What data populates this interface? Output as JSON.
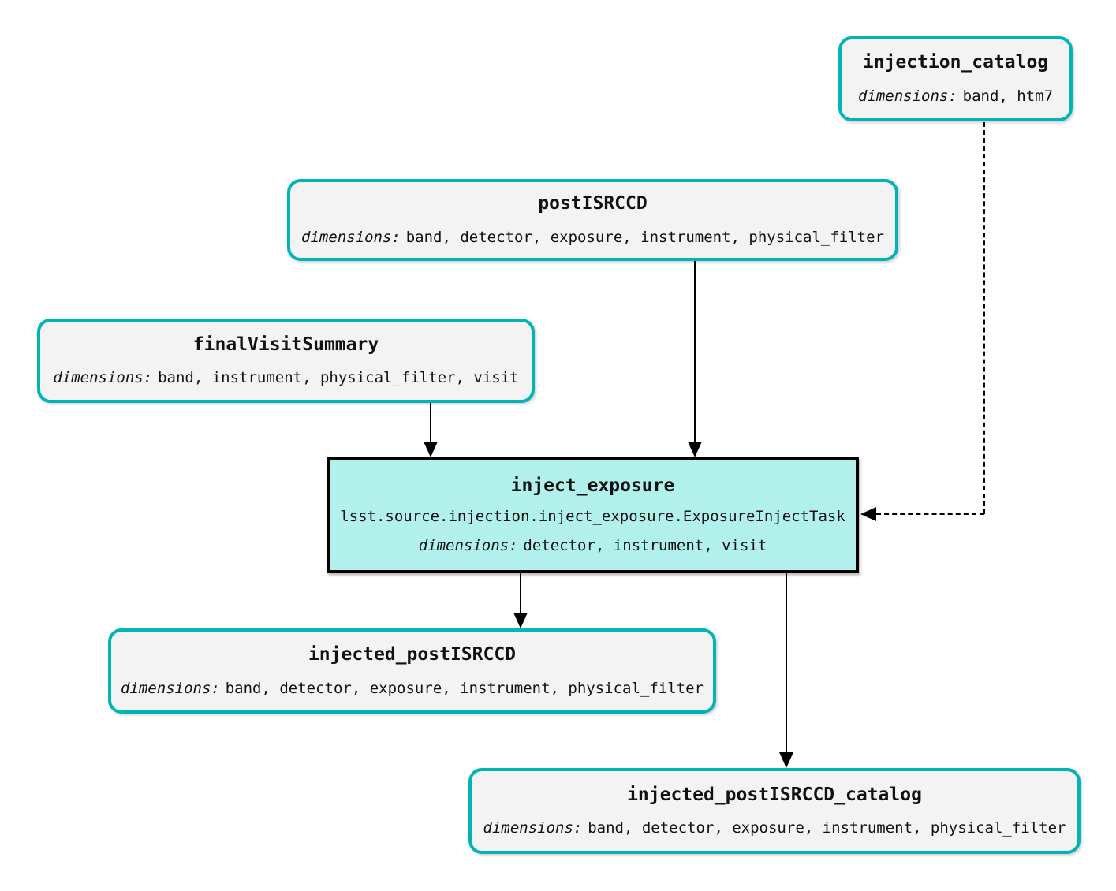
{
  "colors": {
    "accent": "#00b4b8",
    "task-fill": "#b2f0ec",
    "dataset-fill": "#f3f3f3",
    "edge": "#000000"
  },
  "nodes": {
    "injection_catalog": {
      "title": "injection_catalog",
      "dims_label": "dimensions:",
      "dims": "band, htm7"
    },
    "postisrccd": {
      "title": "postISRCCD",
      "dims_label": "dimensions:",
      "dims": "band, detector, exposure, instrument, physical_filter"
    },
    "final_visit_summary": {
      "title": "finalVisitSummary",
      "dims_label": "dimensions:",
      "dims": "band, instrument, physical_filter, visit"
    },
    "inject_exposure": {
      "title": "inject_exposure",
      "task_class": "lsst.source.injection.inject_exposure.ExposureInjectTask",
      "dims_label": "dimensions:",
      "dims": "detector, instrument, visit"
    },
    "injected_postisrccd": {
      "title": "injected_postISRCCD",
      "dims_label": "dimensions:",
      "dims": "band, detector, exposure, instrument, physical_filter"
    },
    "injected_postisrccd_catalog": {
      "title": "injected_postISRCCD_catalog",
      "dims_label": "dimensions:",
      "dims": "band, detector, exposure, instrument, physical_filter"
    }
  }
}
